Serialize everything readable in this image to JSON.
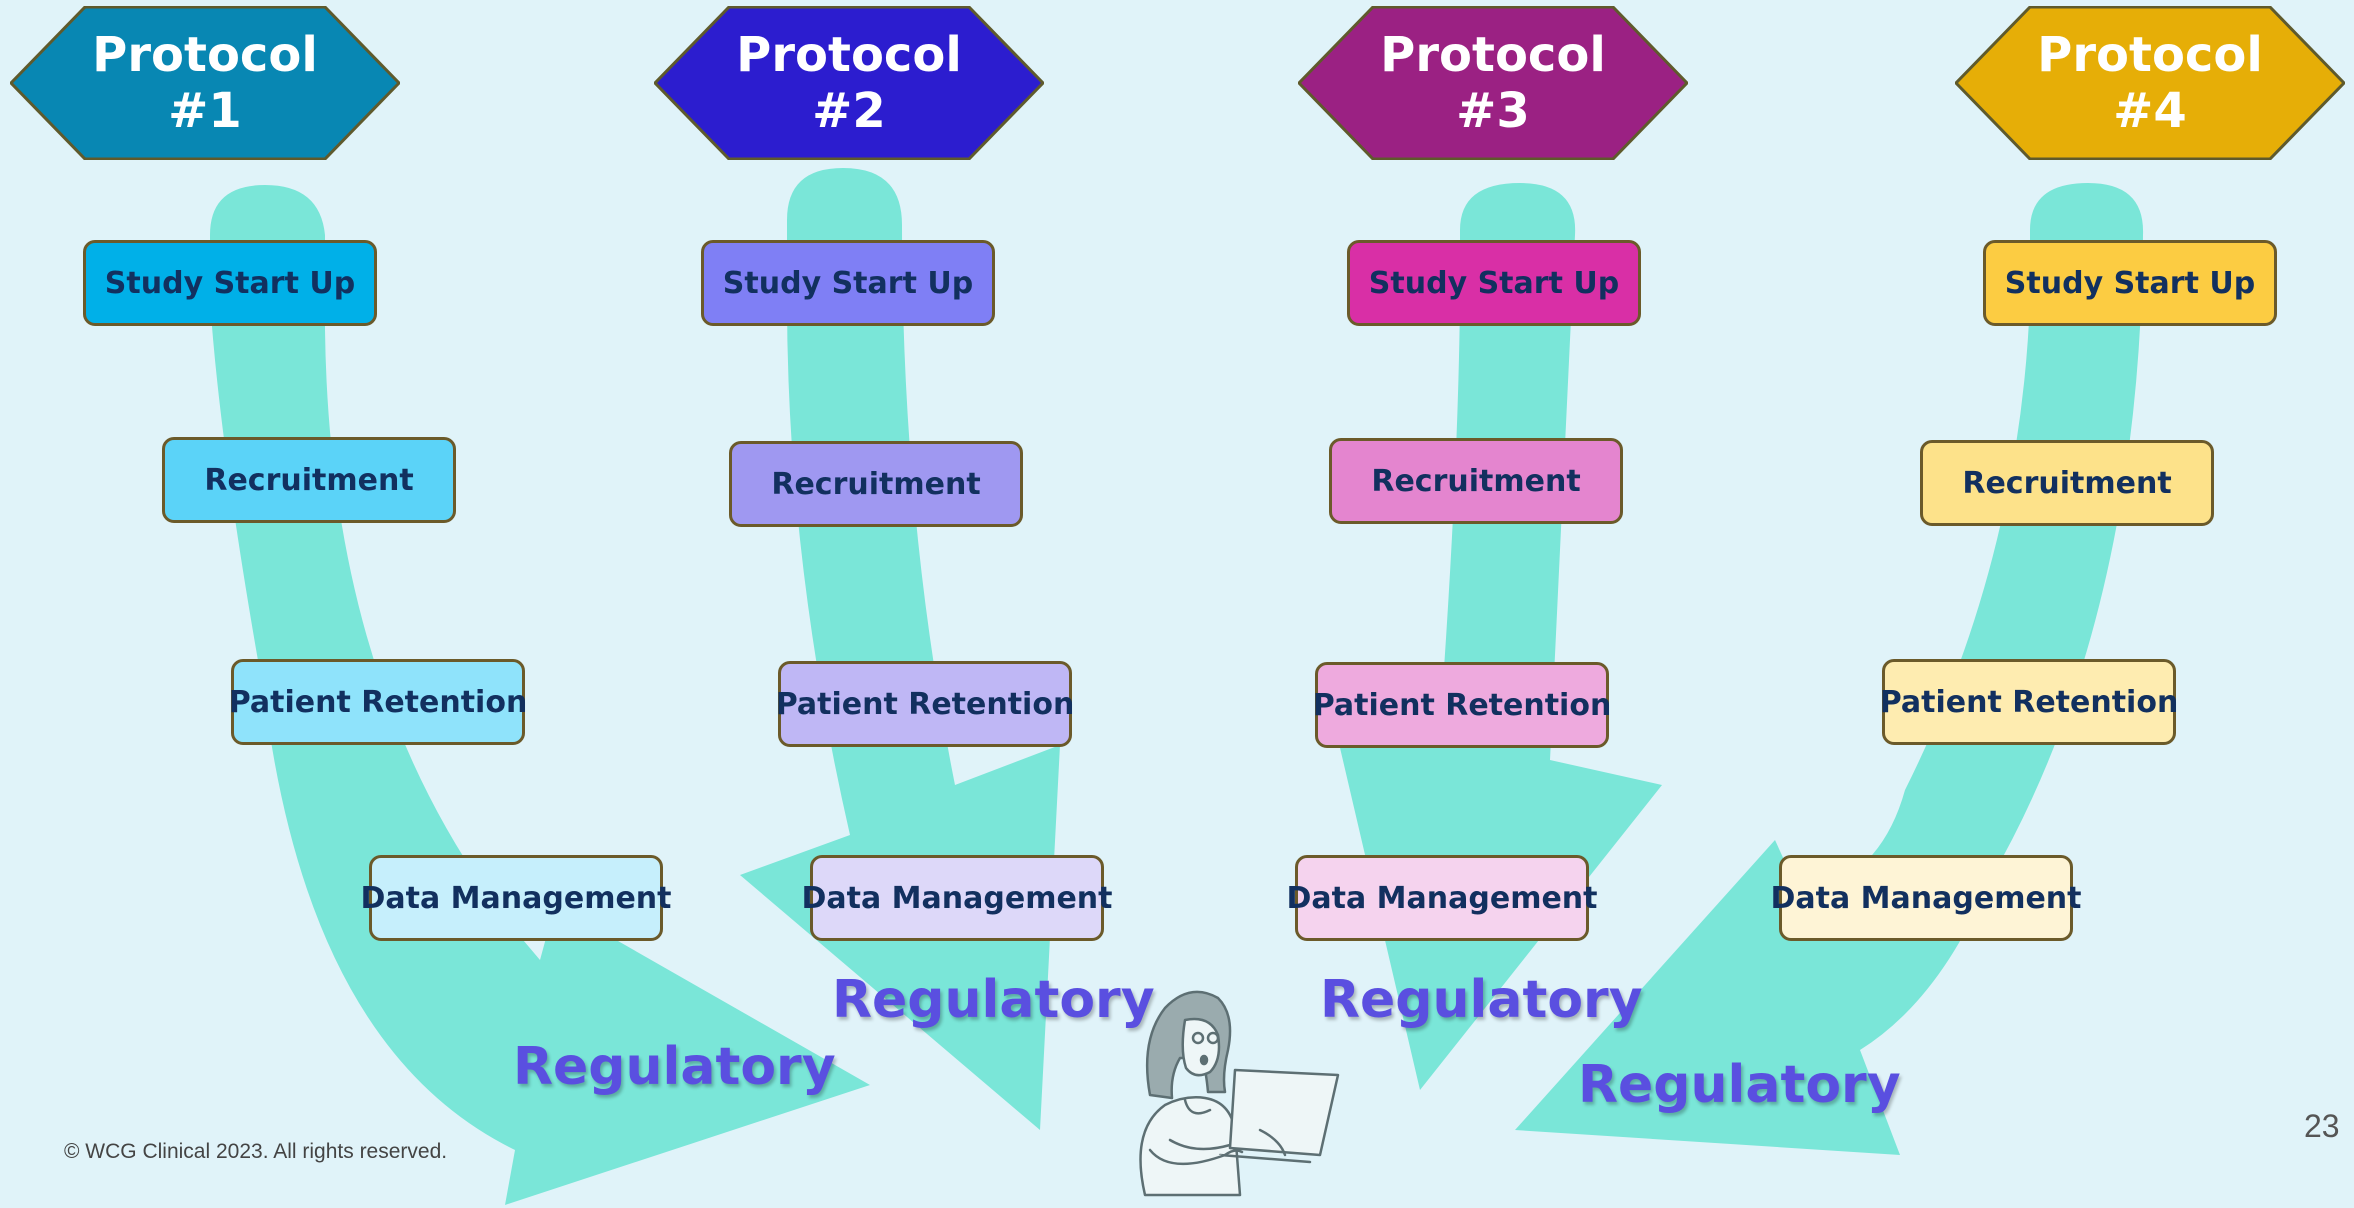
{
  "protocols": [
    {
      "title": "Protocol\n#1",
      "color": "#0887b3",
      "steps": [
        {
          "label": "Study Start Up",
          "fill": "#00b0e8"
        },
        {
          "label": "Recruitment",
          "fill": "#5bd3f8"
        },
        {
          "label": "Patient Retention",
          "fill": "#8fe3fb"
        },
        {
          "label": "Data Management",
          "fill": "#c6effc"
        }
      ],
      "arrow_label": "Regulatory"
    },
    {
      "title": "Protocol\n#2",
      "color": "#2c1dcf",
      "steps": [
        {
          "label": "Study Start Up",
          "fill": "#7f7ff5"
        },
        {
          "label": "Recruitment",
          "fill": "#9f98f1"
        },
        {
          "label": "Patient Retention",
          "fill": "#bfb7f5"
        },
        {
          "label": "Data Management",
          "fill": "#ddd8f9"
        }
      ],
      "arrow_label": "Regulatory"
    },
    {
      "title": "Protocol\n#3",
      "color": "#9b2183",
      "steps": [
        {
          "label": "Study Start Up",
          "fill": "#d92fa6"
        },
        {
          "label": "Recruitment",
          "fill": "#e485cf"
        },
        {
          "label": "Patient Retention",
          "fill": "#eeaade"
        },
        {
          "label": "Data Management",
          "fill": "#f5d3ee"
        }
      ],
      "arrow_label": "Regulatory"
    },
    {
      "title": "Protocol\n#4",
      "color": "#e6ae07",
      "steps": [
        {
          "label": "Study Start Up",
          "fill": "#fccc42"
        },
        {
          "label": "Recruitment",
          "fill": "#fde28a"
        },
        {
          "label": "Patient Retention",
          "fill": "#feecb0"
        },
        {
          "label": "Data Management",
          "fill": "#fef4d6"
        }
      ],
      "arrow_label": "Regulatory"
    }
  ],
  "colors": {
    "arrow": "#7ae6d8",
    "background": "#e0f3f9",
    "step_text": "#12305f",
    "regulatory_text": "#5a4fe0"
  },
  "footer": {
    "copyright": "© WCG Clinical 2023. All rights reserved.",
    "page_number": "23"
  }
}
